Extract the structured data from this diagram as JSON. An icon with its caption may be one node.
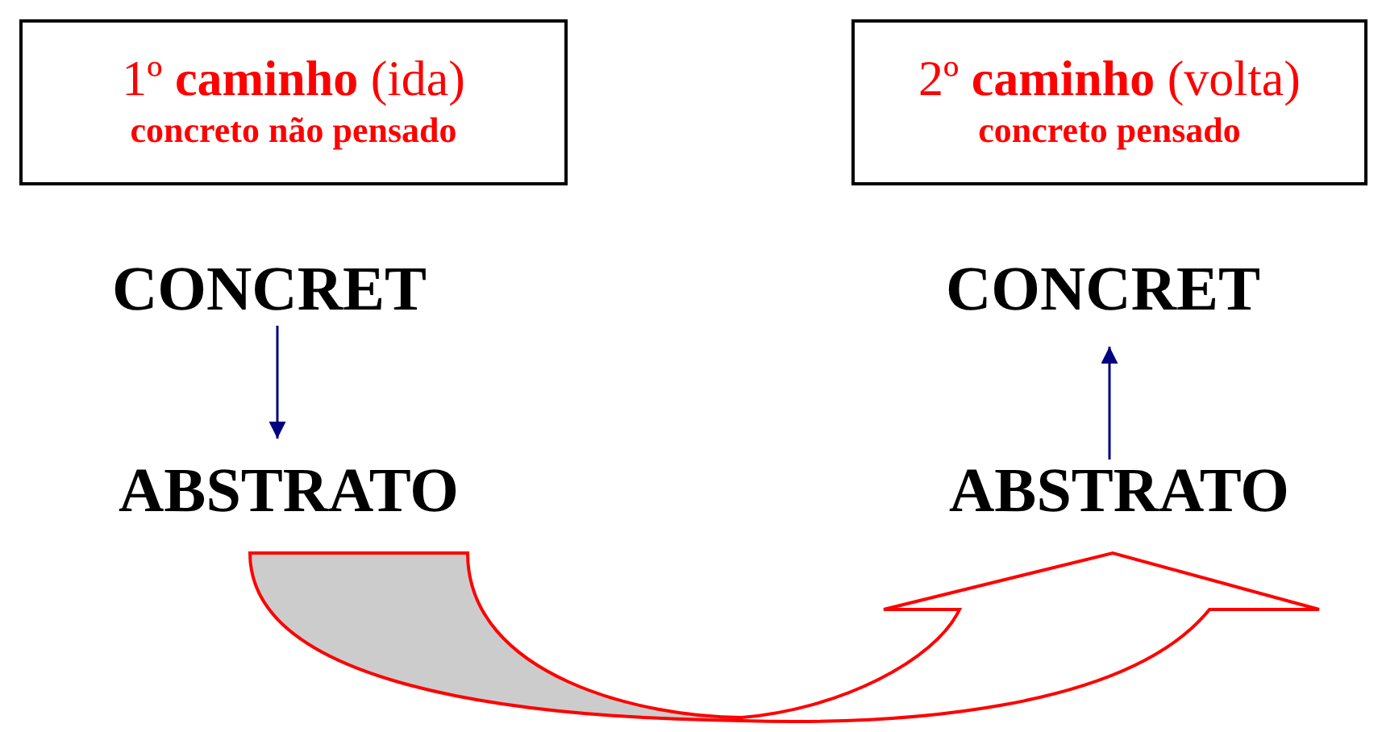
{
  "diagram": {
    "nodes": [
      {
        "text": [
          "1º **caminho** (ida)",
          "concreto não pensado"
        ]
      },
      {
        "text": [
          "2º **caminho** (volta)",
          "concreto pensado"
        ]
      },
      {
        "text": [
          "CONCRET"
        ]
      },
      {
        "text": [
          "ABSTRATO"
        ]
      },
      {
        "text": [
          "CONCRET"
        ]
      },
      {
        "text": [
          "ABSTRATO"
        ]
      }
    ],
    "edges": [
      {
        "from": 2,
        "to": 3,
        "arrow": "to"
      },
      {
        "from": 5,
        "to": 4,
        "arrow": "to"
      },
      {
        "from": 3,
        "to": 5,
        "arrow": "to",
        "style": "thick",
        "color": "#ff0000"
      }
    ]
  }
}
